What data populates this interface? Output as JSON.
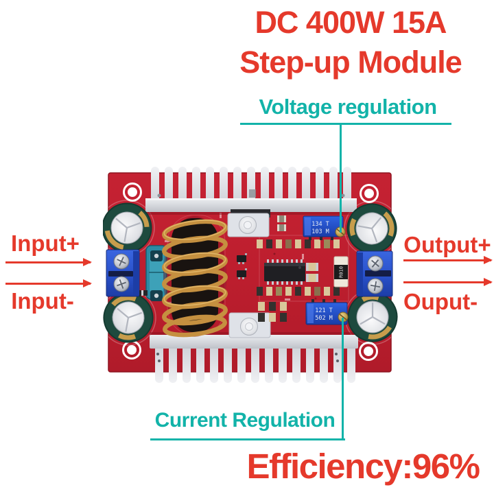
{
  "title": {
    "line1": "DC 400W 15A",
    "line2": "Step-up Module"
  },
  "callouts": {
    "voltage_regulation": "Voltage regulation",
    "current_regulation": "Current Regulation"
  },
  "io_labels": {
    "input_plus": "Input+",
    "input_minus": "Input-",
    "output_plus": "Output+",
    "output_minus": "Ouput-"
  },
  "efficiency_text": "Efficiency:96%",
  "board": {
    "trimmer_voltage": {
      "line1": "134 T",
      "line2": "103 M"
    },
    "trimmer_current": {
      "line1": "121 T",
      "line2": "502 M"
    },
    "shunt_label": "R010"
  },
  "colors": {
    "accent_red": "#e5392b",
    "accent_teal": "#12b3a9",
    "pcb_red": "#c01f2f",
    "heatsink_silver": "#d9dbe0",
    "terminal_blue": "#2a52cc",
    "trimmer_blue": "#2050c8",
    "copper": "#c08a3e",
    "capacitor_green": "#1d4a3e"
  }
}
